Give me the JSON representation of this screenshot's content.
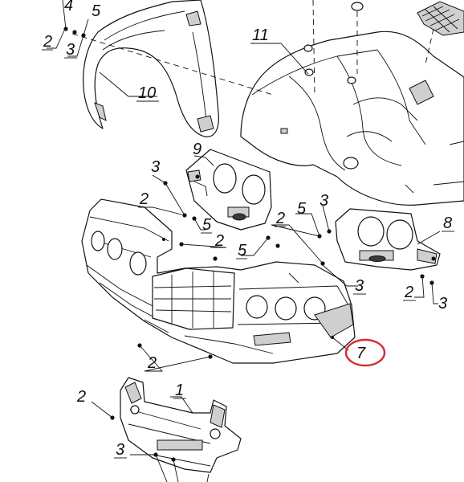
{
  "diagram": {
    "callouts": [
      {
        "id": "c-4-top",
        "label": "4"
      },
      {
        "id": "c-5-top",
        "label": "5"
      },
      {
        "id": "c-2-top",
        "label": "2"
      },
      {
        "id": "c-3-top",
        "label": "3"
      },
      {
        "id": "c-10",
        "label": "10"
      },
      {
        "id": "c-11",
        "label": "11"
      },
      {
        "id": "c-9",
        "label": "9"
      },
      {
        "id": "c-3-mid",
        "label": "3"
      },
      {
        "id": "c-2-mid",
        "label": "2"
      },
      {
        "id": "c-5-mid",
        "label": "5"
      },
      {
        "id": "c-2-center",
        "label": "2"
      },
      {
        "id": "c-5-center",
        "label": "5"
      },
      {
        "id": "c-2-right",
        "label": "2"
      },
      {
        "id": "c-5-right",
        "label": "5"
      },
      {
        "id": "c-3-right",
        "label": "3"
      },
      {
        "id": "c-8",
        "label": "8"
      },
      {
        "id": "c-3-lower",
        "label": "3"
      },
      {
        "id": "c-2-lowright",
        "label": "2"
      },
      {
        "id": "c-3-lowright",
        "label": "3"
      },
      {
        "id": "c-2-bottom",
        "label": "2"
      },
      {
        "id": "c-7",
        "label": "7"
      },
      {
        "id": "c-2-front",
        "label": "2"
      },
      {
        "id": "c-1",
        "label": "1"
      },
      {
        "id": "c-3-front",
        "label": "3"
      }
    ],
    "highlighted_callout": "7",
    "highlight_color": "#d92b2b",
    "line_color": "#111111"
  }
}
